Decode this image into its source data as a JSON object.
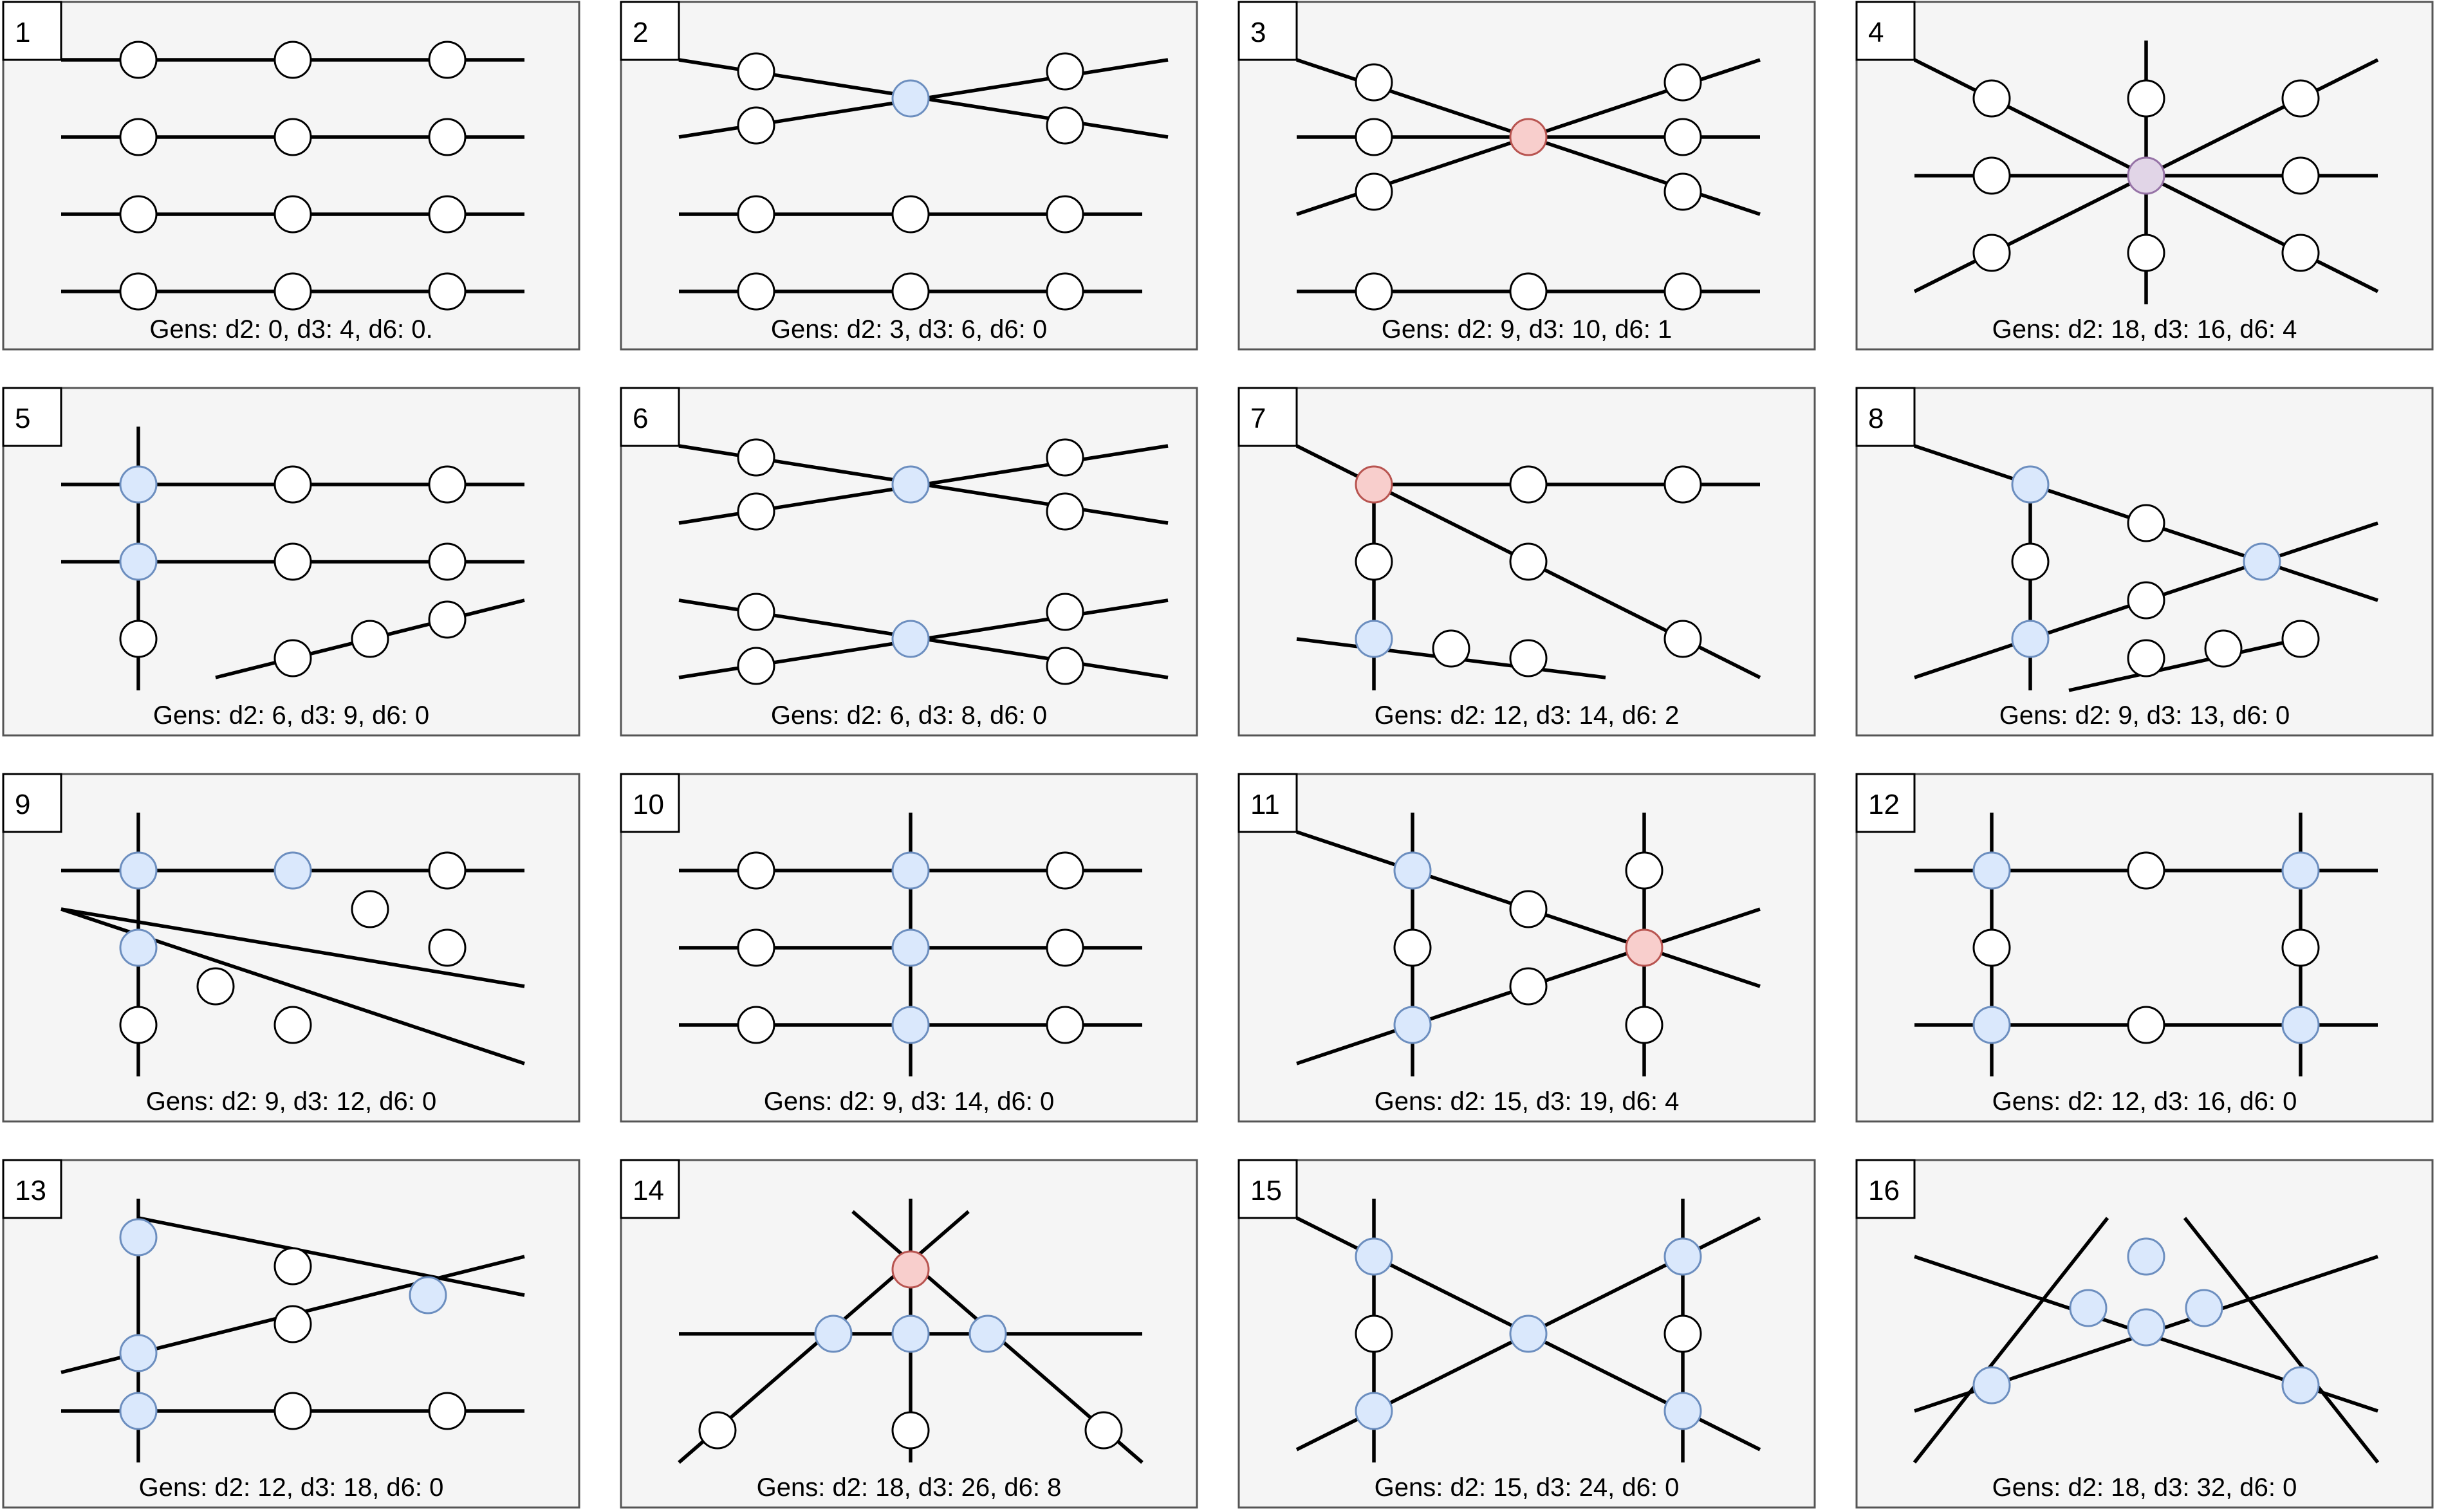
{
  "colors": {
    "panel_bg": "#f5f5f5",
    "node_plain": "#ffffff",
    "node_blue": "#dae8fc",
    "node_blue_stroke": "#6c8ebf",
    "node_red": "#f8cecc",
    "node_red_stroke": "#b85450",
    "node_purple": "#e1d5e7",
    "node_purple_stroke": "#9673a6"
  },
  "panels": [
    {
      "number": "1",
      "caption": "Gens: d2: 0, d3: 4, d6: 0."
    },
    {
      "number": "2",
      "caption": "Gens: d2: 3, d3: 6, d6: 0"
    },
    {
      "number": "3",
      "caption": "Gens: d2: 9, d3: 10, d6: 1"
    },
    {
      "number": "4",
      "caption": "Gens: d2: 18, d3: 16, d6: 4"
    },
    {
      "number": "5",
      "caption": "Gens: d2: 6, d3: 9, d6: 0"
    },
    {
      "number": "6",
      "caption": "Gens: d2: 6, d3: 8, d6: 0"
    },
    {
      "number": "7",
      "caption": "Gens: d2: 12, d3: 14, d6: 2"
    },
    {
      "number": "8",
      "caption": "Gens: d2: 9, d3: 13, d6: 0"
    },
    {
      "number": "9",
      "caption": "Gens: d2: 9, d3: 12, d6: 0"
    },
    {
      "number": "10",
      "caption": "Gens: d2: 9, d3: 14, d6: 0"
    },
    {
      "number": "11",
      "caption": "Gens: d2: 15, d3: 19, d6: 4"
    },
    {
      "number": "12",
      "caption": "Gens: d2: 12, d3: 16, d6: 0"
    },
    {
      "number": "13",
      "caption": "Gens: d2: 12, d3: 18, d6: 0"
    },
    {
      "number": "14",
      "caption": "Gens: d2: 18, d3: 26, d6: 8"
    },
    {
      "number": "15",
      "caption": "Gens: d2: 15, d3: 24, d6: 0"
    },
    {
      "number": "16",
      "caption": "Gens: d2: 18, d3: 32, d6: 0"
    }
  ]
}
